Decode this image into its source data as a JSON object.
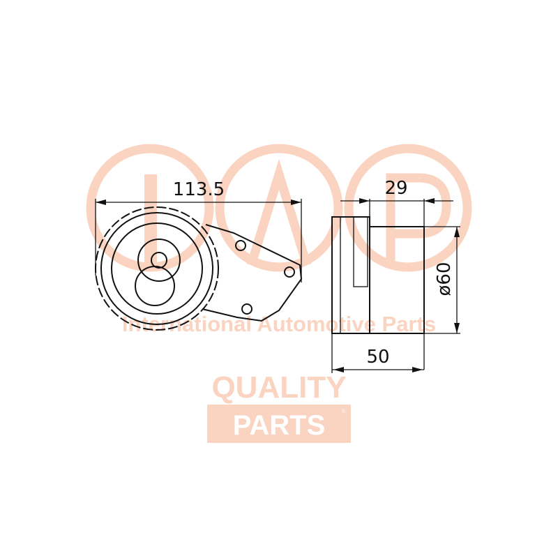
{
  "watermark": {
    "logo_letters": "IAP",
    "company": "International Automotive Parts",
    "quality": "QUALITY",
    "parts": "PARTS",
    "registered": "®",
    "color": "#fbd3c1"
  },
  "dimensions": {
    "length": "113.5",
    "width_pulley": "29",
    "diameter": "ø60",
    "total_width": "50"
  }
}
